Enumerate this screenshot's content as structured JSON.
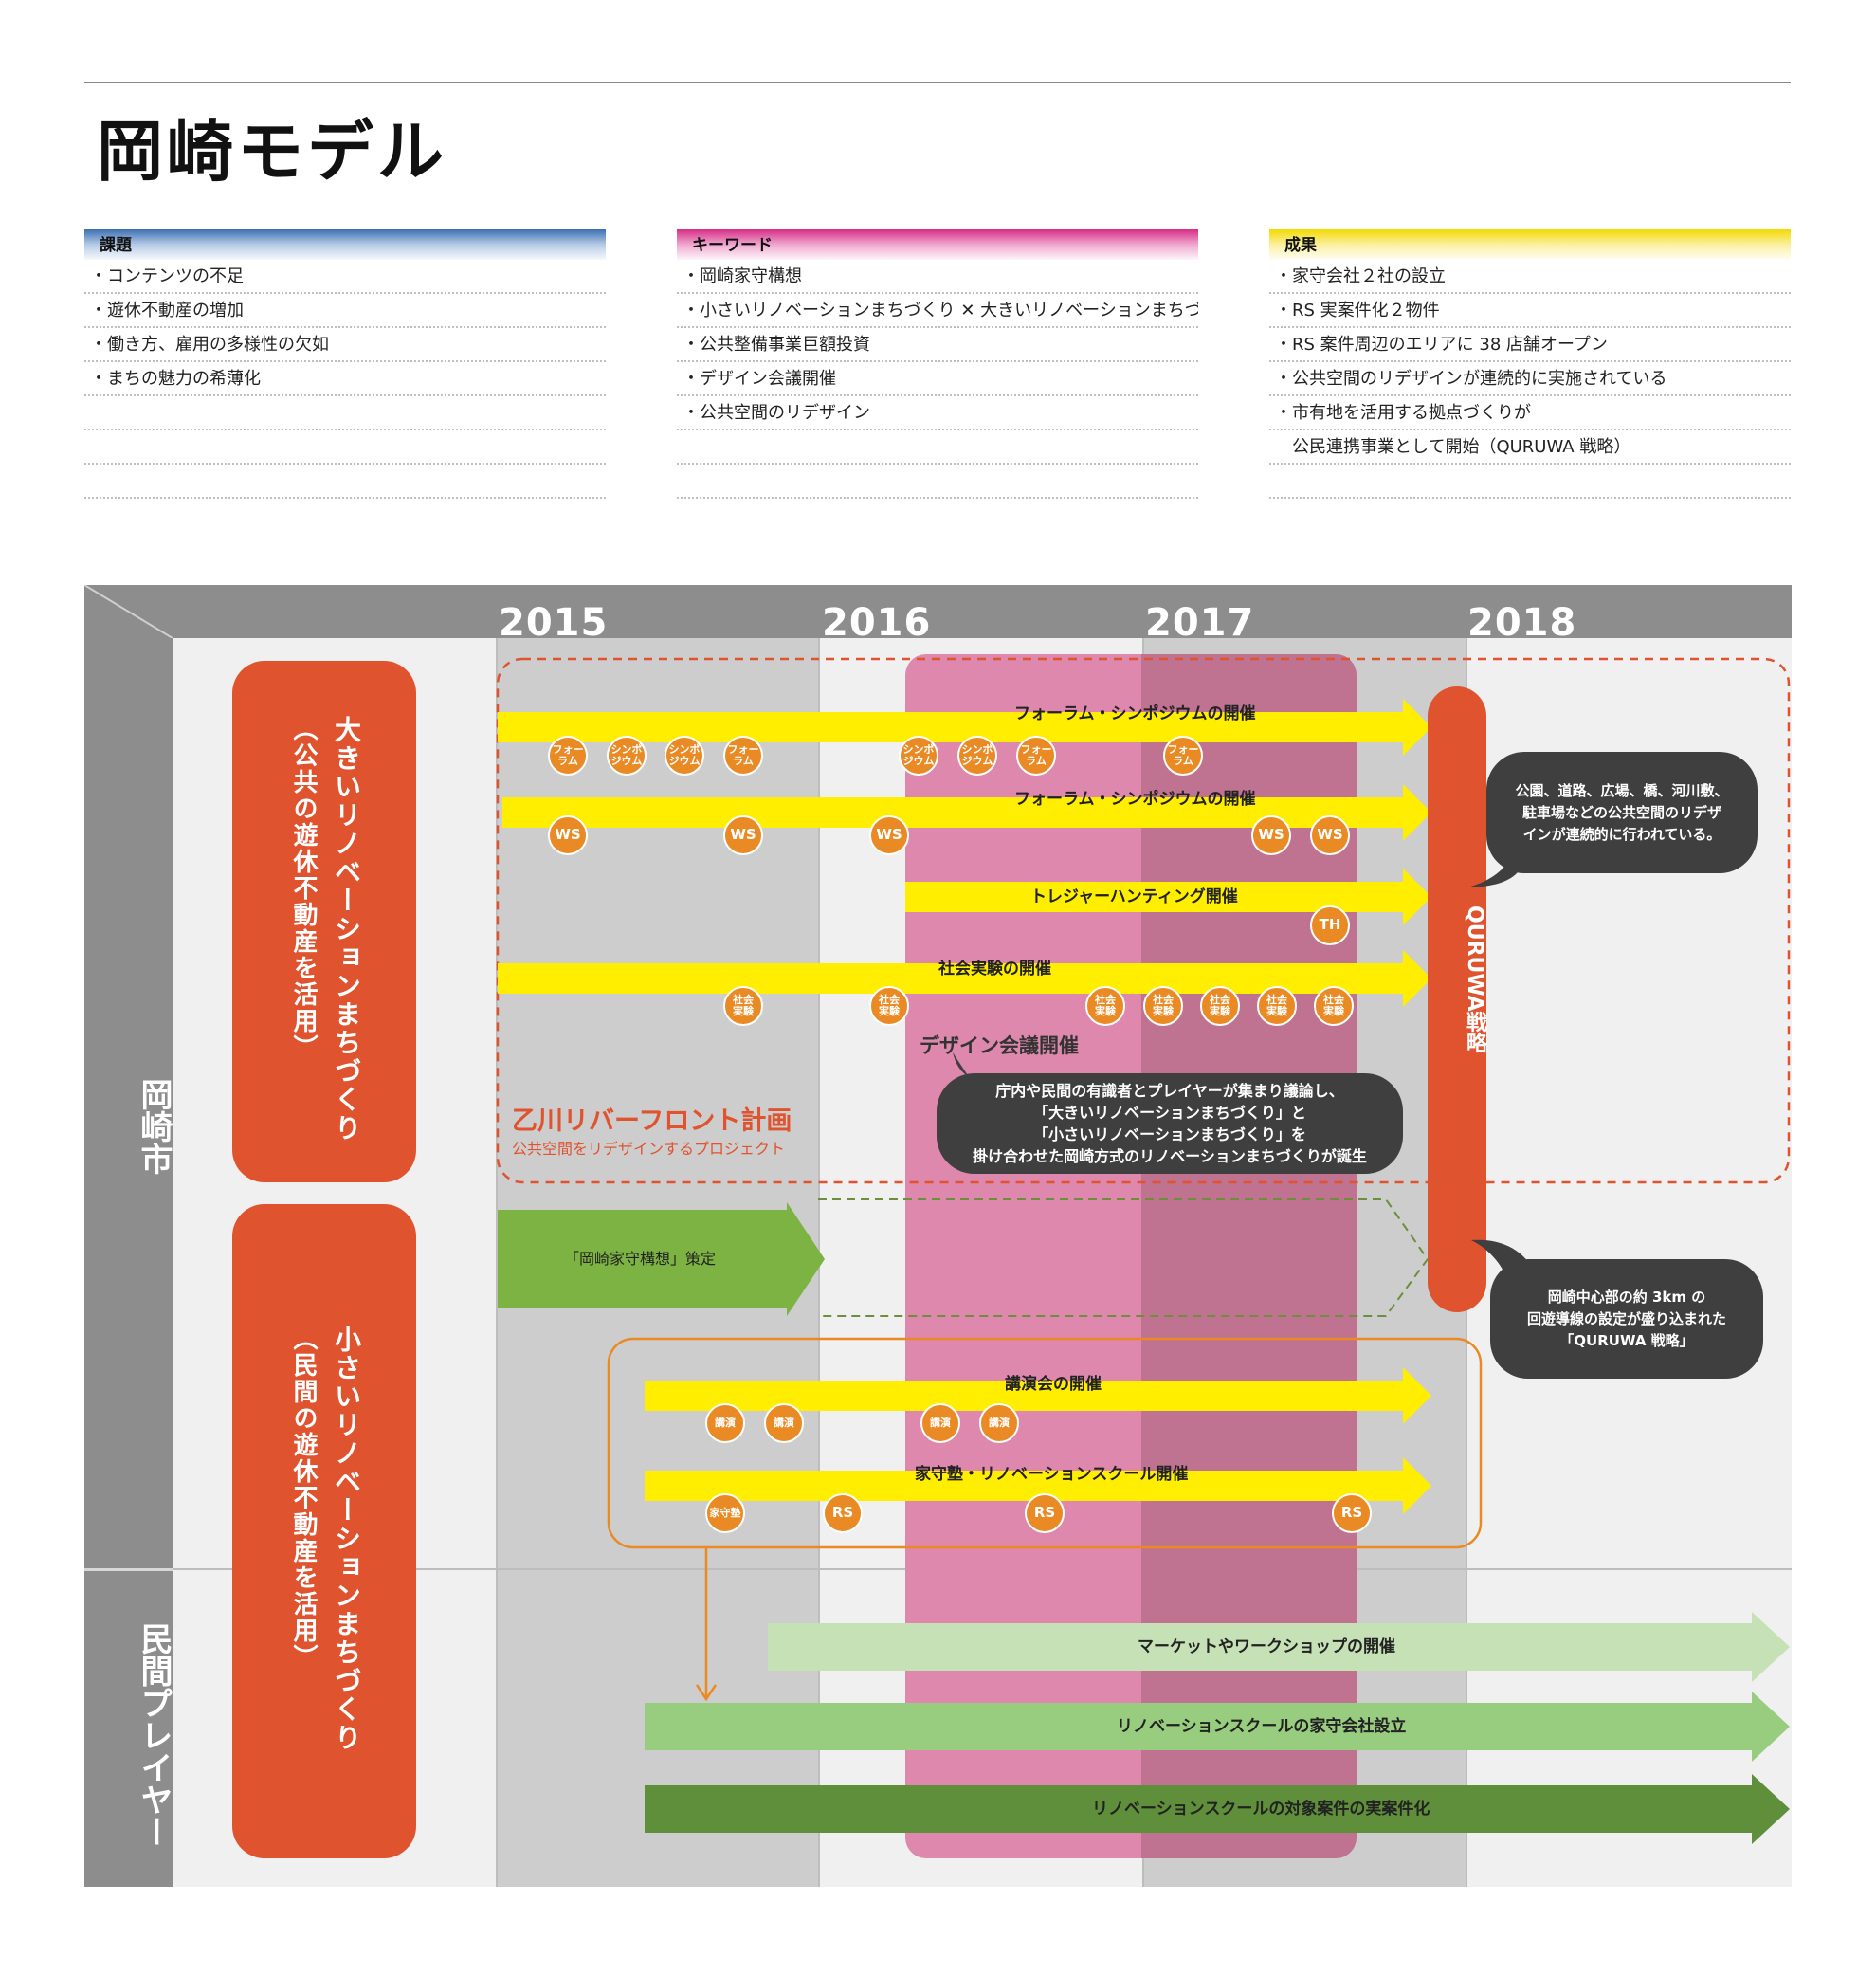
{
  "page": {
    "title": "岡崎モデル"
  },
  "columns": {
    "kadai": {
      "header": "課題",
      "items": [
        "・コンテンツの不足",
        "・遊休不動産の増加",
        "・働き方、雇用の多様性の欠如",
        "・まちの魅力の希薄化",
        "",
        "",
        ""
      ]
    },
    "keyword": {
      "header": "キーワード",
      "items": [
        "・岡崎家守構想",
        "・小さいリノベーションまちづくり ✕ 大きいリノベーションまちづくり",
        "・公共整備事業巨額投資",
        "・デザイン会議開催",
        "・公共空間のリデザイン",
        "",
        ""
      ]
    },
    "seika": {
      "header": "成果",
      "items": [
        "・家守会社２社の設立",
        "・RS 実案件化２物件",
        "・RS 案件周辺のエリアに 38 店舗オープン",
        "・公共空間のリデザインが連続的に実施されている",
        "・市有地を活用する拠点づくりが",
        "　公民連携事業として開始（QURUWA 戦略）",
        ""
      ]
    }
  },
  "timeline": {
    "years": [
      "2015",
      "2016",
      "2017",
      "2018"
    ],
    "rows": {
      "city": "岡崎市",
      "private": "民間プレイヤー"
    },
    "big_reno": {
      "line1": "大きいリノベーションまちづくり",
      "line2": "（公共の遊休不動産を活用）"
    },
    "small_reno": {
      "line1": "小さいリノベーションまちづくり",
      "line2": "（民間の遊休不動産を活用）"
    },
    "arrows": {
      "a1": "フォーラム・シンポジウムの開催",
      "a2": "フォーラム・シンポジウムの開催",
      "a3": "トレジャーハンティング開催",
      "a4": "社会実験の開催",
      "a5": "「岡崎家守構想」策定",
      "a6": "講演会の開催",
      "a7": "家守塾・リノベーションスクール開催",
      "a8": "マーケットやワークショップの開催",
      "a9": "リノベーションスクールの家守会社設立",
      "a10": "リノベーションスクールの対象案件の実案件化"
    },
    "dots": {
      "forum": "フォー\nラム",
      "sympo": "シンポ\nジウム",
      "ws": "WS",
      "th": "TH",
      "social": "社会\n実験",
      "lecture": "講演",
      "yamori": "家守塾",
      "rs": "RS"
    },
    "design_meeting": {
      "label": "デザイン会議開催",
      "bubble": [
        "庁内や民間の有識者とプレイヤーが集まり議論し、",
        "「大きいリノベーションまちづくり」と",
        "「小さいリノベーションまちづくり」を",
        "掛け合わせた岡崎方式のリノベーションまちづくりが誕生"
      ]
    },
    "otogawa": {
      "title": "乙川リバーフロント計画",
      "subtitle": "公共空間をリデザインするプロジェクト"
    },
    "quruwa": {
      "label": "QURUWA戦略"
    },
    "bubble_public": [
      "公園、道路、広場、橋、河川敷、",
      "駐車場などの公共空間のリデザ",
      "インが連続的に行われている。"
    ],
    "bubble_quruwa": [
      "岡崎中心部の約 3km の",
      "回遊導線の設定が盛り込まれた",
      "「QURUWA 戦略」"
    ]
  },
  "colors": {
    "red": "#e0532f",
    "yellow": "#ffee00",
    "orange_dot": "#ea8a24",
    "green": "#7cb342",
    "light_green": "#c5e1b5",
    "mid_green": "#98cc7e",
    "dark_green": "#5f8f3a",
    "pink": "#de88ad",
    "dark_pink": "#bf7390",
    "grey": "#8d8d8d",
    "bubble": "#3f3f3f"
  }
}
